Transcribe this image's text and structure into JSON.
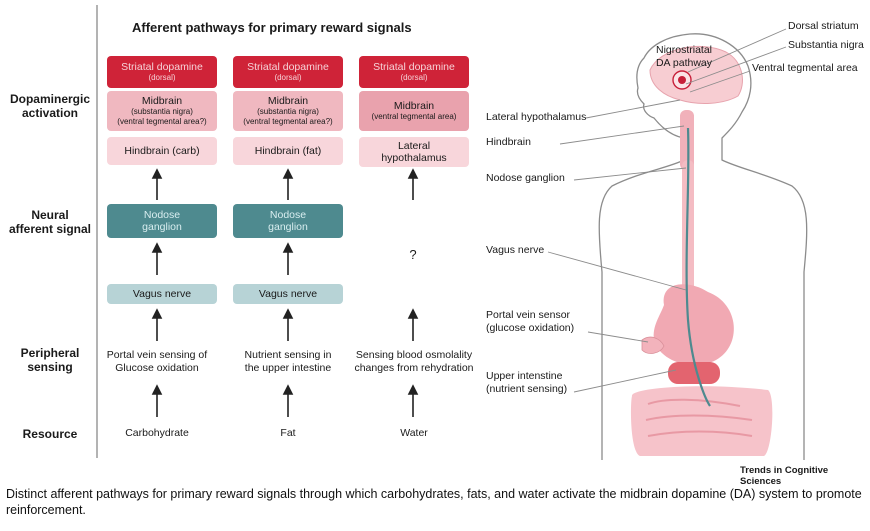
{
  "figure": {
    "title": "Afferent pathways for primary reward signals",
    "row_labels": {
      "dopaminergic": "Dopaminergic activation",
      "neural": "Neural afferent signal",
      "peripheral": "Peripheral sensing",
      "resource": "Resource"
    },
    "columns": [
      {
        "striatal": "Striatal dopamine",
        "striatal_sub": "(dorsal)",
        "midbrain": "Midbrain",
        "midbrain_sub1": "(substantia nigra)",
        "midbrain_sub2": "(ventral tegmental area?)",
        "brainstem": "Hindbrain (carb)",
        "ganglion": "Nodose ganglion",
        "nerve": "Vagus nerve",
        "sensing_line1": "Portal vein sensing of",
        "sensing_line2": "Glucose oxidation",
        "resource": "Carbohydrate"
      },
      {
        "striatal": "Striatal dopamine",
        "striatal_sub": "(dorsal)",
        "midbrain": "Midbrain",
        "midbrain_sub1": "(substantia nigra)",
        "midbrain_sub2": "(ventral tegmental area?)",
        "brainstem": "Hindbrain (fat)",
        "ganglion": "Nodose ganglion",
        "nerve": "Vagus nerve",
        "sensing_line1": "Nutrient sensing in",
        "sensing_line2": "the upper intestine",
        "resource": "Fat"
      },
      {
        "striatal": "Striatal dopamine",
        "striatal_sub": "(dorsal)",
        "midbrain": "Midbrain",
        "midbrain_sub1": "(ventral tegmental area)",
        "hypothalamus_line1": "Lateral",
        "hypothalamus_line2": "hypothalamus",
        "unknown": "?",
        "sensing_line1": "Sensing blood osmolality",
        "sensing_line2": "changes from rehydration",
        "resource": "Water"
      }
    ],
    "body_labels": {
      "dorsal_striatum": "Dorsal striatum",
      "substantia_nigra": "Substantia nigra",
      "vta": "Ventral tegmental area",
      "pathway_line1": "Nigrostriatal",
      "pathway_line2": "DA pathway",
      "lateral_hypothalamus": "Lateral hypothalamus",
      "hindbrain": "Hindbrain",
      "nodose": "Nodose ganglion",
      "vagus": "Vagus nerve",
      "portal_line1": "Portal vein sensor",
      "portal_line2": "(glucose oxidation)",
      "upper_line1": "Upper intenstine",
      "upper_line2": "(nutrient sensing)"
    },
    "credit": "Trends in Cognitive Sciences",
    "colors": {
      "red": "#cf2338",
      "pink": "#f0b8c0",
      "light_pink": "#f8d6db",
      "teal": "#4e8a8f",
      "light_teal": "#b7d3d6",
      "body_pink": "#f4b9c1"
    }
  },
  "caption": "Distinct afferent pathways for primary reward signals through which carbohydrates, fats, and water activate the midbrain dopamine (DA) system to promote reinforcement."
}
